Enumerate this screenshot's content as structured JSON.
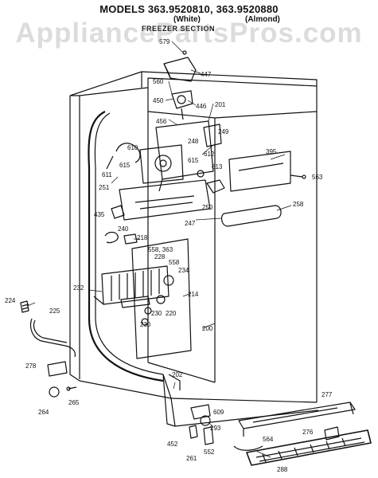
{
  "header": {
    "title": "MODELS 363.9520810, 363.9520880",
    "variant_white": "(White)",
    "variant_almond": "(Almond)",
    "section": "FREEZER SECTION"
  },
  "watermark": "AppliancePartsPros.com",
  "part_labels": {
    "p579": "579",
    "p447": "447",
    "p560": "560",
    "p450": "450",
    "p446": "446",
    "p201": "201",
    "p456": "456",
    "p249": "249",
    "p248": "248",
    "p610": "610",
    "p615a": "615",
    "p615b": "615",
    "p611": "611",
    "p612": "612",
    "p613": "613",
    "p395": "395",
    "p563": "563",
    "p251": "251",
    "p250": "250",
    "p258": "258",
    "p435": "435",
    "p247": "247",
    "p240": "240",
    "p218": "218",
    "p558_363": "558, 363",
    "p228": "228",
    "p558": "558",
    "p234": "234",
    "p232": "232",
    "p214": "214",
    "p220": "220",
    "p230a": "230",
    "p230b": "230",
    "p224": "224",
    "p225": "225",
    "p200": "200",
    "p278": "278",
    "p202": "202",
    "p264": "264",
    "p265": "265",
    "p277": "277",
    "p609": "609",
    "p293": "293",
    "p564": "564",
    "p276": "276",
    "p452": "452",
    "p261": "261",
    "p552": "552",
    "p288": "288"
  }
}
